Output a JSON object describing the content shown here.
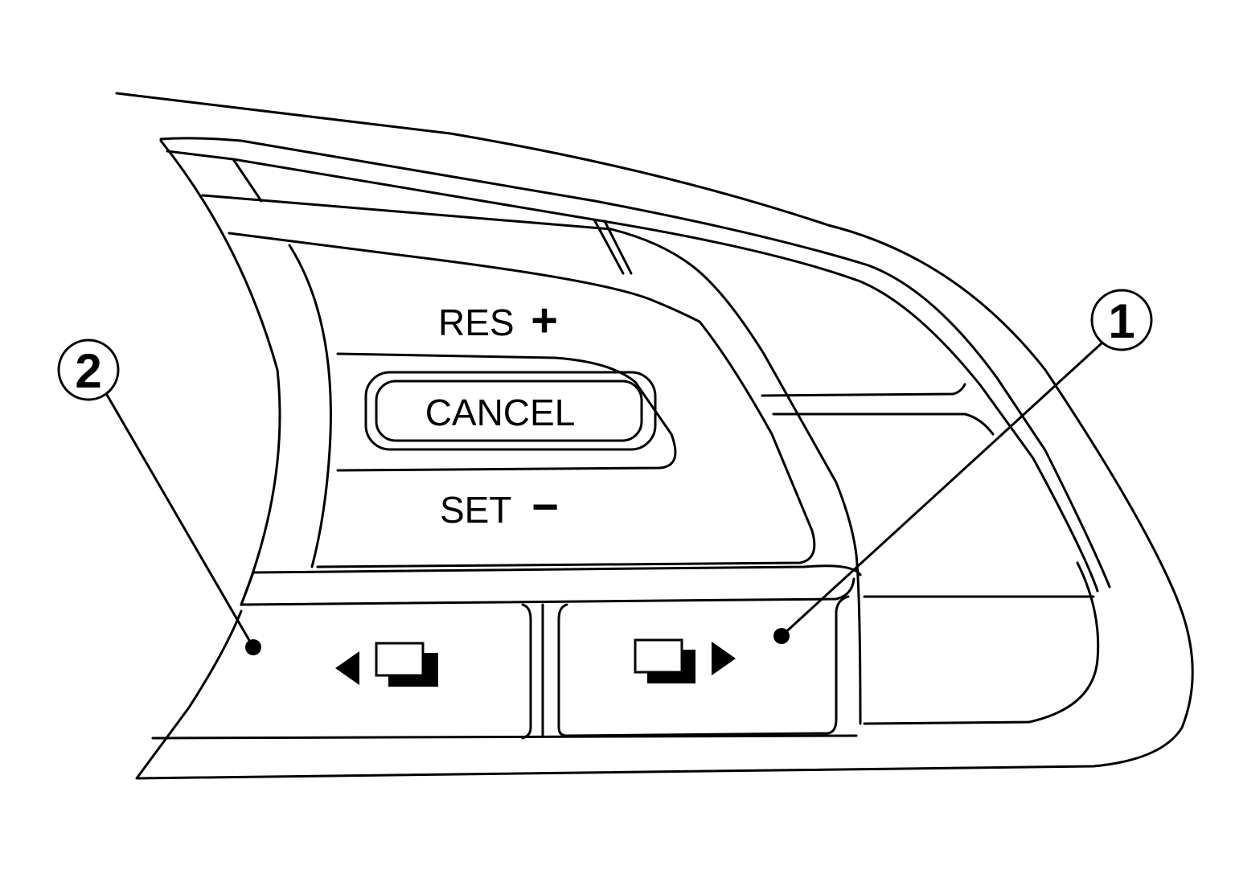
{
  "switch_labels": {
    "resume": "RES",
    "resume_symbol": "+",
    "cancel": "CANCEL",
    "set": "SET",
    "set_symbol": "−"
  },
  "callouts": [
    {
      "number": "1",
      "target": "next-screen-switch"
    },
    {
      "number": "2",
      "target": "previous-screen-switch"
    }
  ],
  "icons": {
    "previous": "left-arrow-screen-icon",
    "next": "screen-right-arrow-icon"
  },
  "colors": {
    "line": "#000000",
    "background": "#ffffff"
  }
}
